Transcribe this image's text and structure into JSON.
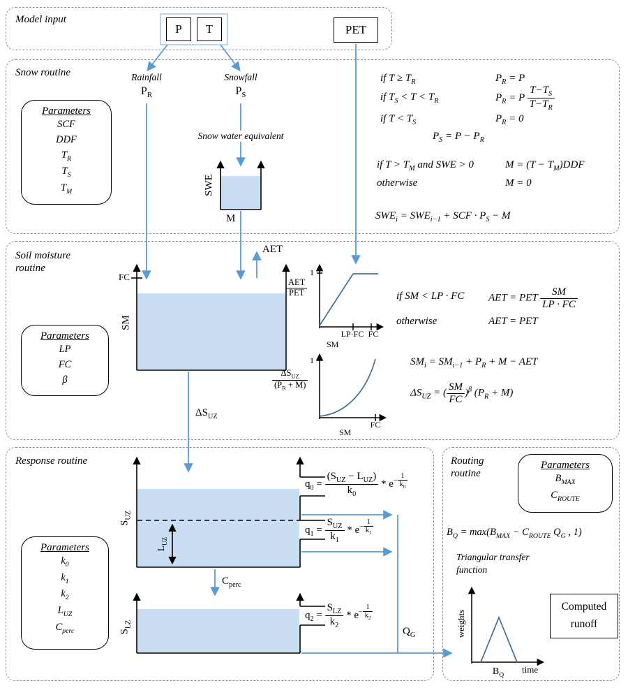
{
  "colors": {
    "fill": "#c9def2",
    "arrow": "#5b9bd5",
    "curve": "#41719c",
    "frame": "#9dc3e6"
  },
  "model_input": {
    "title": "Model input",
    "p": "P",
    "t": "T",
    "pet": "PET"
  },
  "snow": {
    "title": "Snow routine",
    "params_title": "Parameters",
    "params": [
      "SCF",
      "DDF",
      "T_{R}",
      "T_{S}",
      "T_{M}"
    ],
    "rainfall": "Rainfall",
    "pr": "P_{R}",
    "snowfall": "Snowfall",
    "ps": "P_{S}",
    "swe_caption": "Snow water equivalent",
    "swe": "SWE",
    "melt": "M",
    "eq": [
      {
        "c": "if T ≥ T_{R}",
        "r": "P_{R} = P"
      },
      {
        "c": "if T_{S} < T < T_{R}",
        "r": "P_{R} = P \\f{T−T_{S}}{T−T_{R}}"
      },
      {
        "c": "if T < T_{S}",
        "r": "P_{R} = 0"
      }
    ],
    "eq_ps": "P_{S} = P − P_{R}",
    "eq_melt_c": "if T > T_{M} and SWE > 0",
    "eq_melt_r": "M = (T − T_{M})DDF",
    "eq_melt_c2": "otherwise",
    "eq_melt_r2": "M = 0",
    "eq_swe": "SWE_{i} = SWE_{i−1} + SCF · P_{S} − M"
  },
  "soil": {
    "title_1": "Soil moisture",
    "title_2": "routine",
    "params_title": "Parameters",
    "params": [
      "LP",
      "FC",
      "β"
    ],
    "fc_tick": "FC",
    "sm": "SM",
    "aet": "AET",
    "dsuz_label": "ΔS_{UZ}",
    "g1_one": "1",
    "g1_ylab": "\\f{AET}{PET}",
    "g1_t1": "LP·FC",
    "g1_t2": "FC",
    "g1_xlab": "SM",
    "g2_one": "1",
    "g2_ylab": "\\f{ΔS_{UZ}}{(P_{R} + M)}",
    "g2_t1": "FC",
    "g2_xlab": "SM",
    "eq1_c": "if SM < LP · FC",
    "eq1_r": "AET = PET \\f{SM}{LP · FC}",
    "eq2_c": "otherwise",
    "eq2_r": "AET = PET",
    "eq_sm": "SM_{i} = SM_{i−1} + P_{R} + M − AET",
    "eq_dsuz": "ΔS_{UZ} = (\\f{SM}{FC})^{β} (P_{R} + M)"
  },
  "response": {
    "title": "Response routine",
    "params_title": "Parameters",
    "params": [
      "k_{0}",
      "k_{1}",
      "k_{2}",
      "L_{UZ}",
      "C_{perc}"
    ],
    "suz": "S_{UZ}",
    "luz": "L_{UZ}",
    "slz": "S_{LZ}",
    "q0": "q_{0} = \\f{(S_{UZ} − L_{UZ})}{k_{0}} * e^{−\\f{1}{k_{0}}}",
    "q1": "q_{1} = \\f{S_{UZ}}{k_{1}} * e^{−\\f{1}{k_{1}}}",
    "q2": "q_{2} = \\f{S_{LZ}}{k_{2}} * e^{−\\f{1}{k_{2}}}",
    "cperc": "C_{perc}",
    "qg": "Q_{G}"
  },
  "routing": {
    "title_1": "Routing",
    "title_2": "routine",
    "params_title": "Parameters",
    "params": [
      "B_{MAX}",
      "C_{ROUTE}"
    ],
    "eq": "B_{Q} = max(B_{MAX} − C_{ROUTE} Q_{G} , 1)",
    "transfer_1": "Triangular transfer",
    "transfer_2": "function",
    "weights": "weights",
    "time": "time",
    "bq": "B_{Q}",
    "computed_1": "Computed",
    "computed_2": "runoff"
  }
}
